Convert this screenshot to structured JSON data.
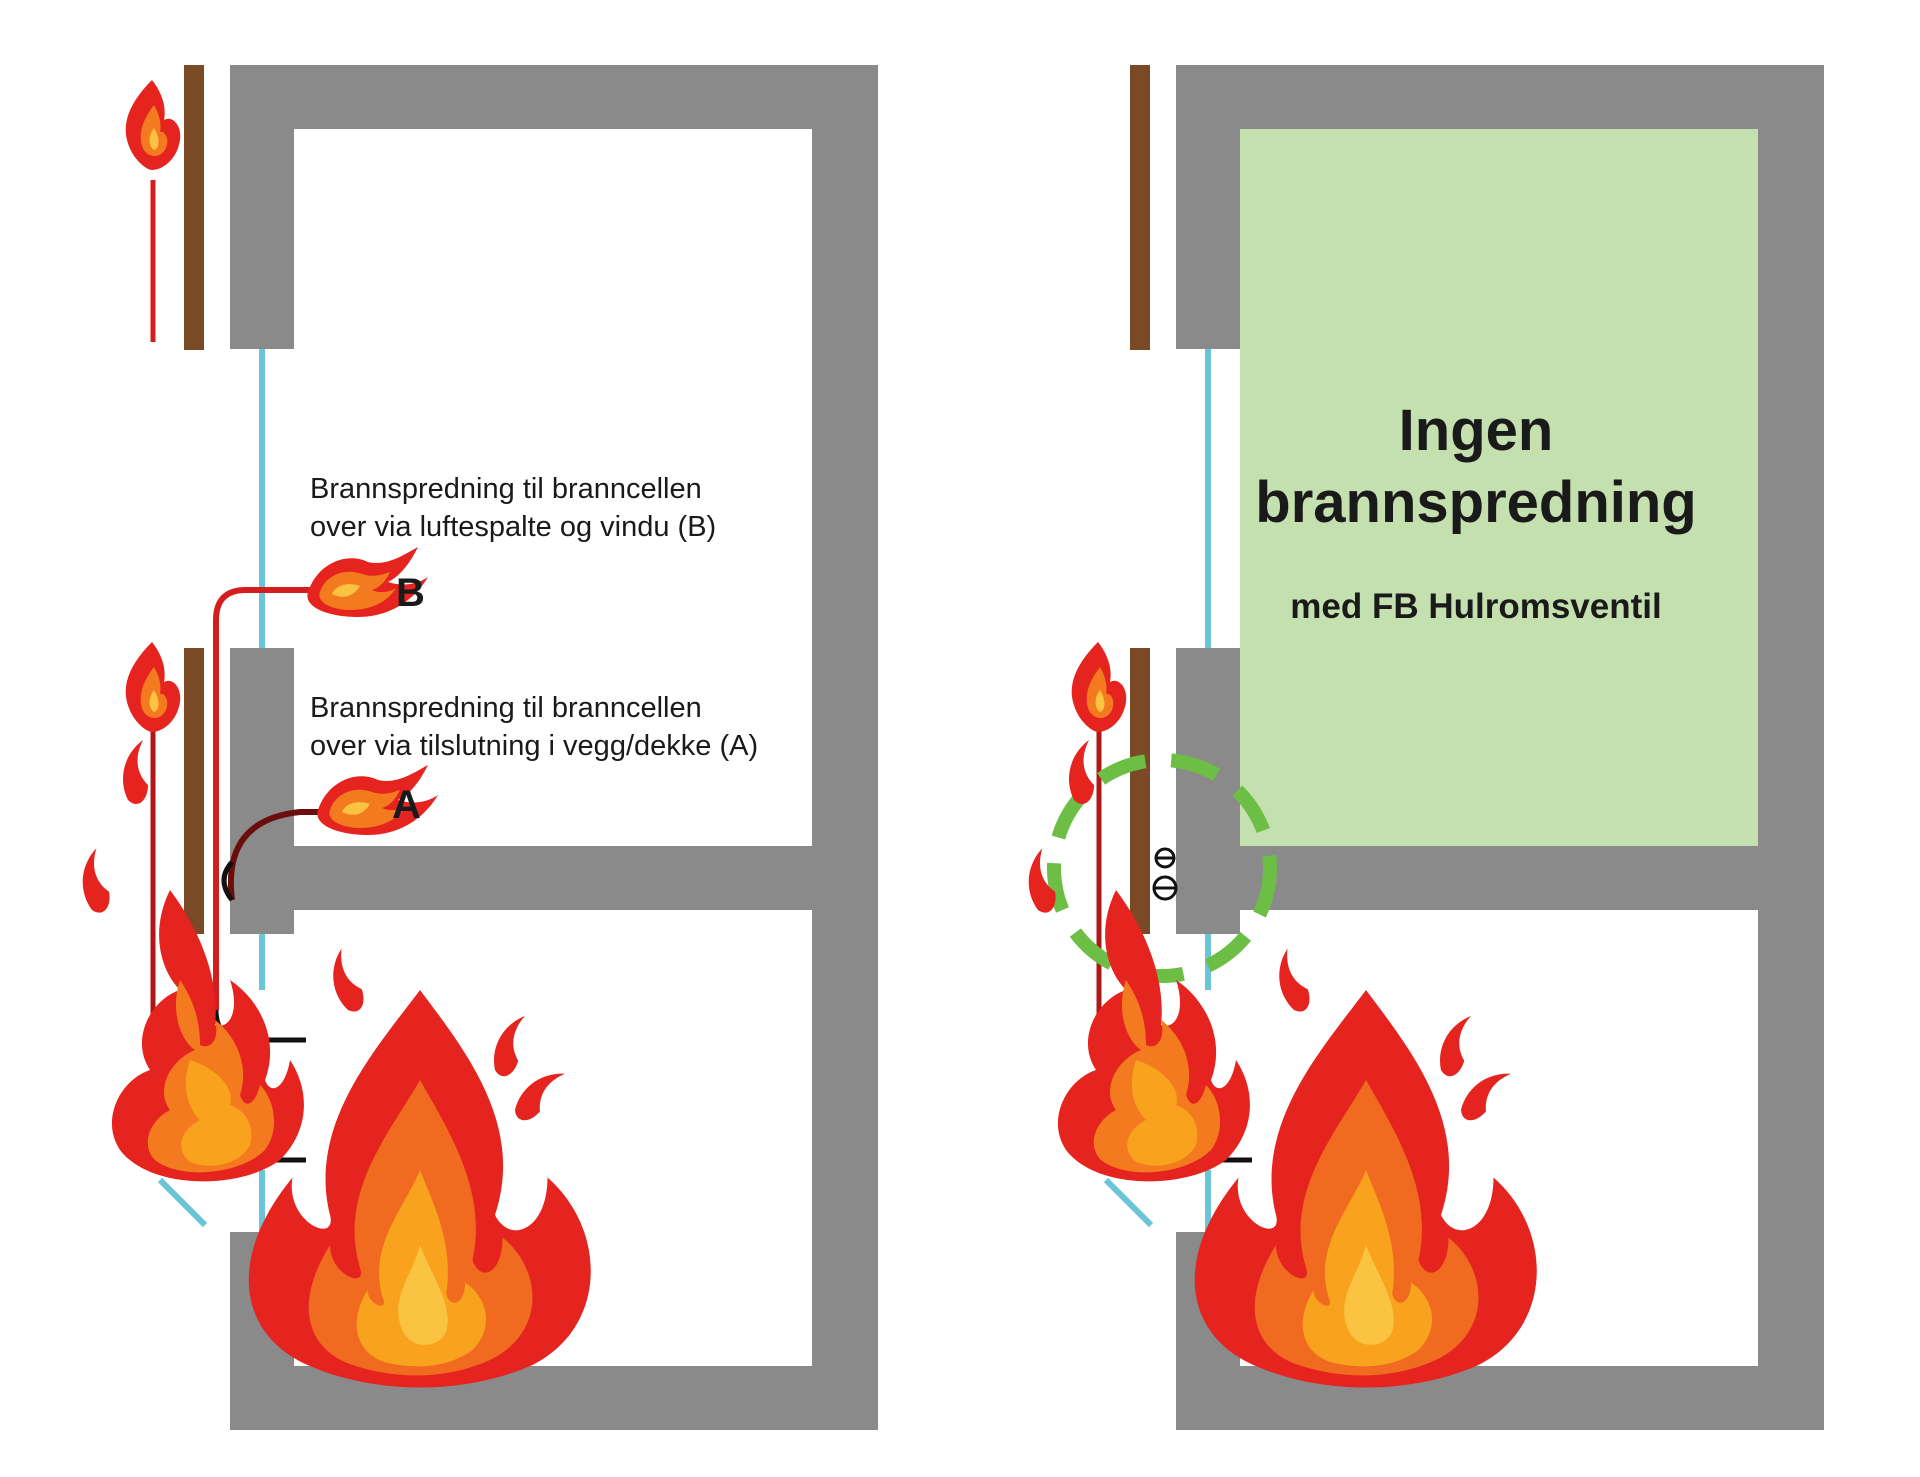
{
  "left_panel": {
    "label_b_line1": "Brannspredning til branncellen",
    "label_b_line2": "over via luftespalte og vindu (B)",
    "marker_b": "B",
    "label_a_line1": "Brannspredning til branncellen",
    "label_a_line2": "over via tilslutning i vegg/dekke (A)",
    "marker_a": "A"
  },
  "right_panel": {
    "headline_line1": "Ingen",
    "headline_line2": "brannspredning",
    "subline": "med FB Hulromsventil"
  },
  "colors": {
    "wall": "#8a8a8a",
    "cladding": "#7a4a26",
    "glass": "#6cc4d8",
    "fire_red": "#e52420",
    "fire_orange": "#f47a20",
    "fire_yellow": "#f8a21e",
    "safe_fill": "#c3e0ae",
    "valve_ring": "#6cbe45"
  }
}
